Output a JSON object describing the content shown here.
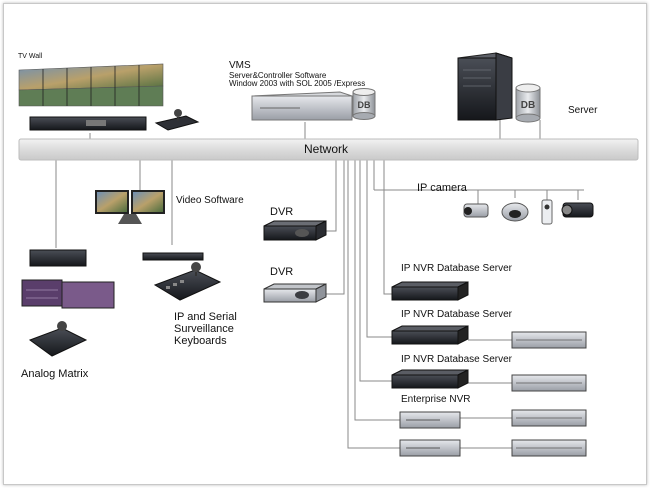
{
  "labels": {
    "tv_wall": "TV Wall",
    "vms_title": "VMS",
    "vms_line1": "Server&Controller Software",
    "vms_line2": "Window 2003 with SOL 2005 /Express",
    "server": "Server",
    "network": "Network",
    "video_software": "Video Software",
    "ip_camera": "IP camera",
    "dvr_1": "DVR",
    "dvr_2": "DVR",
    "nvr_db_1": "IP NVR Database Server",
    "nvr_db_2": "IP NVR Database Server",
    "nvr_db_3": "IP NVR Database Server",
    "enterprise_nvr": "Enterprise NVR",
    "keyboards_line1": "IP and Serial",
    "keyboards_line2": "Surveillance",
    "keyboards_line3": "Keyboards",
    "analog_matrix": "Analog Matrix",
    "db_badge": "DB"
  },
  "colors": {
    "network_bar": "#dedede",
    "line": "#8a8a8a",
    "device_dark": "#2a2d33",
    "device_silver": "#b9bcc2"
  }
}
